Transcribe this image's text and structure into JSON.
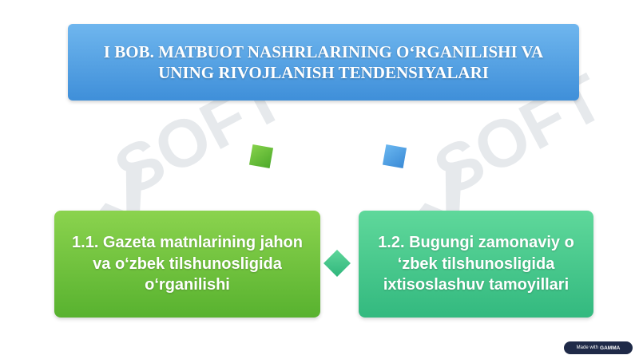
{
  "title": "I BOB. MATBUOT NASHRLARINING O‘RGANILISHI VA UNING RIVOJLANISH TENDENSIYALARI",
  "cards": [
    {
      "text": "1.1. Gazeta matnlarining jahon va o‘zbek tilshunosligida o‘rganilishi",
      "color": "#6cc13a"
    },
    {
      "text": "1.2. Bugungi zamonaviy o ‘zbek tilshunosligida ixtisoslashuv tamoyillari",
      "color": "#44c78b"
    }
  ],
  "watermark": {
    "text": "SOFT",
    "color": "#dfe2e6"
  },
  "badge": {
    "prefix": "Made with",
    "brand": "GAMMA"
  },
  "colors": {
    "title_bg": "#4f9fe3",
    "diamond_green": "#5fb534",
    "diamond_blue": "#4a96dd"
  }
}
